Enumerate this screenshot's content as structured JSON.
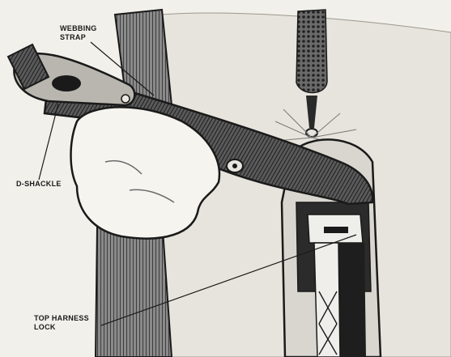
{
  "labels": {
    "webbing_strap": [
      "WEBBING",
      "STRAP"
    ],
    "d_shackle": "D-SHACKLE",
    "top_harness_lock": [
      "TOP HARNESS",
      "LOCK"
    ]
  },
  "colors": {
    "paper": "#f2f0ea",
    "ink": "#1a1a1a",
    "strap_fill": "#4a4a4a",
    "light_fill": "#d8d6cf"
  }
}
